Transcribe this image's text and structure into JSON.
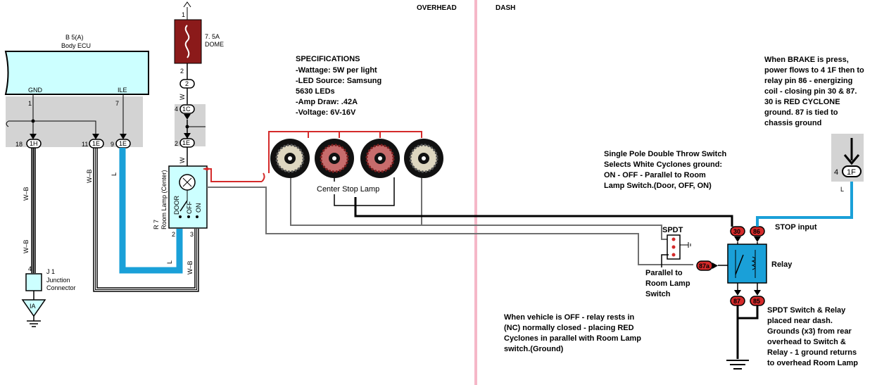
{
  "sections": {
    "overhead": "OVERHEAD",
    "dash": "DASH"
  },
  "ecu": {
    "ref": "B 5(A)",
    "name": "Body ECU",
    "pin_gnd": "GND",
    "pin_ile": "ILE",
    "pin_num_1": "1",
    "pin_num_7": "7"
  },
  "connectors": {
    "c1H": "1H",
    "c1E_a": "1E",
    "c1E_b": "1E",
    "c1E_c": "1E",
    "c1C": "1C",
    "c2": "2",
    "c1F": "1F",
    "pin18": "18",
    "pin11": "11",
    "pin9": "9",
    "pin4": "4",
    "pin2a": "2",
    "pin4f": "4"
  },
  "wires": {
    "wb1": "W–B",
    "wb2": "W–B",
    "wb3": "W–B",
    "wb4": "W–B",
    "w1": "W",
    "w2": "W",
    "l1": "L",
    "l2": "L",
    "l3": "L"
  },
  "fuse": {
    "rating": "7. 5A",
    "name": "DOME",
    "pin_top": "1",
    "pin_bot": "2"
  },
  "room_lamp": {
    "ref": "R 7",
    "name": "Room Lamp (Center)",
    "door": "DOOR",
    "off": "OFF",
    "on": "ON",
    "pin2": "2",
    "pin3": "3"
  },
  "junction": {
    "ref": "J 1",
    "name1": "Junction",
    "name2": "Connector",
    "ia": "IA",
    "pin4": "4"
  },
  "specs": {
    "title": "SPECIFICATIONS",
    "lines": [
      "-Wattage: 5W per light",
      "-LED Source: Samsung",
      "5630 LEDs",
      "-Amp Draw: .42A",
      "-Voltage: 6V-16V"
    ]
  },
  "lamp_label": "Center Stop Lamp",
  "spdt": {
    "label": "SPDT",
    "desc": [
      "Single Pole Double Throw Switch",
      "Selects White Cyclones ground:",
      "ON - OFF - Parallel to Room",
      "Lamp Switch.(Door, OFF, ON)"
    ],
    "parallel": [
      "Parallel to",
      "Room Lamp",
      "Switch"
    ]
  },
  "relay": {
    "label": "Relay",
    "pin30": "30",
    "pin86": "86",
    "pin87": "87",
    "pin85": "85",
    "pin87a": "87a",
    "stop_input": "STOP input"
  },
  "notes": {
    "brake": [
      "When BRAKE is press,",
      "power flows to 4 1F then to",
      "relay pin 86 - energizing",
      "coil - closing pin 30 & 87.",
      "30 is RED CYCLONE",
      "ground. 87 is tied to",
      "chassis ground"
    ],
    "off": [
      "When vehicle is OFF - relay rests in",
      "(NC) normally closed - placing RED",
      "Cyclones in parallel with Room Lamp",
      "switch.(Ground)"
    ],
    "placement": [
      "SPDT Switch & Relay",
      "placed near dash.",
      "Grounds (x3) from rear",
      "overhead to Switch &",
      "Relay - 1 ground returns",
      "to overhead Room Lamp"
    ]
  },
  "colors": {
    "blue_wire": "#1aa0d8",
    "red_wire": "#d42a2a",
    "divider": "#f5b7c8",
    "ecu_fill": "#ccffff",
    "gray_box": "#d3d3d3",
    "fuse": "#8b1a1a"
  }
}
